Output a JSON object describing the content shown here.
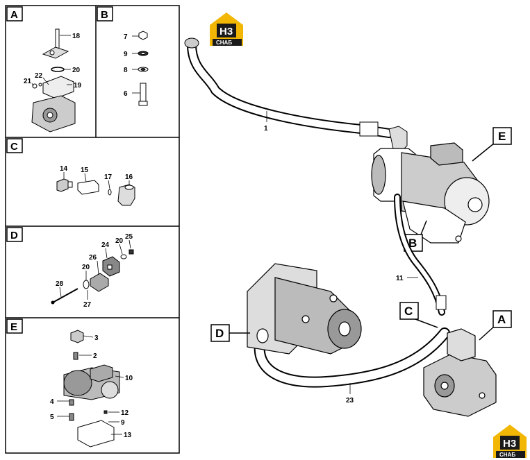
{
  "panels": {
    "A": {
      "letter": "A",
      "labels": {
        "p18": "18",
        "p20": "20",
        "p22": "22",
        "p21": "21",
        "p19": "19"
      }
    },
    "B": {
      "letter": "B",
      "labels": {
        "p7": "7",
        "p9": "9",
        "p8": "8",
        "p6": "6"
      }
    },
    "C": {
      "letter": "C",
      "labels": {
        "p14": "14",
        "p15": "15",
        "p17": "17",
        "p16": "16"
      }
    },
    "D": {
      "letter": "D",
      "labels": {
        "p25": "25",
        "p20a": "20",
        "p24": "24",
        "p26": "26",
        "p20b": "20",
        "p28": "28",
        "p27": "27"
      }
    },
    "E": {
      "letter": "E",
      "labels": {
        "p3": "3",
        "p2": "2",
        "p10": "10",
        "p4": "4",
        "p5": "5",
        "p12": "12",
        "p9": "9",
        "p13": "13"
      }
    }
  },
  "callouts": {
    "E": "E",
    "B": "B",
    "C": "C",
    "A": "A",
    "D": "D"
  },
  "hose_labels": {
    "h1": "1",
    "h11": "11",
    "h23": "23"
  },
  "logo": {
    "top": "H3",
    "bottom": "CHAБ"
  },
  "colors": {
    "logo_yellow": "#f2b705",
    "logo_black": "#1a1a1a"
  }
}
